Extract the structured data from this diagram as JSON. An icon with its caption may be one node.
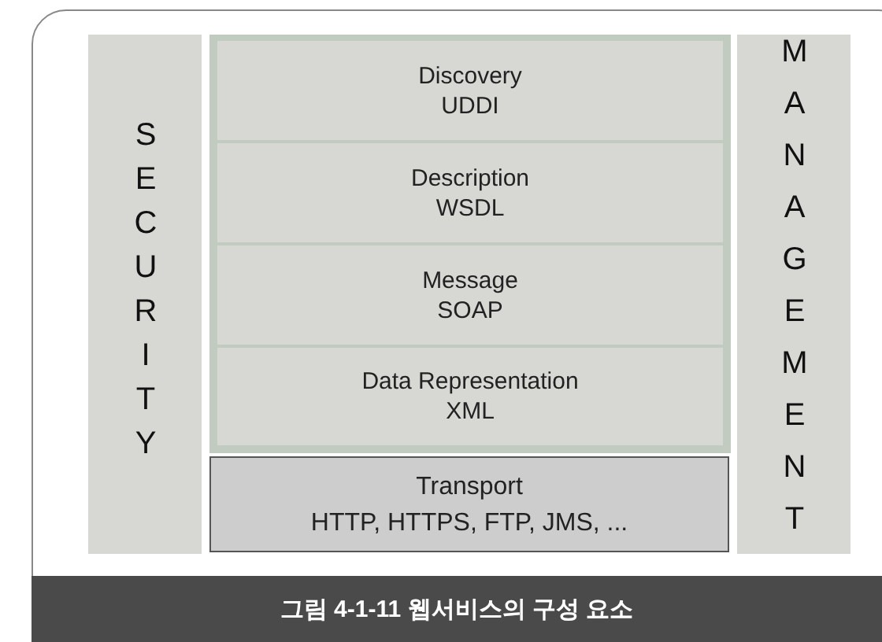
{
  "diagram": {
    "caption": "그림 4-1-11 웹서비스의 구성 요소",
    "nodes": [
      {
        "text": [
          "SECURITY"
        ]
      },
      {
        "text": [
          "Discovery",
          "UDDI"
        ]
      },
      {
        "text": [
          "Description",
          "WSDL"
        ]
      },
      {
        "text": [
          "Message",
          "SOAP"
        ]
      },
      {
        "text": [
          "Data Representation",
          "XML"
        ]
      },
      {
        "text": [
          "Transport",
          "HTTP, HTTPS, FTP, JMS, ..."
        ]
      },
      {
        "text": [
          "MANAGEMENT"
        ]
      }
    ]
  }
}
